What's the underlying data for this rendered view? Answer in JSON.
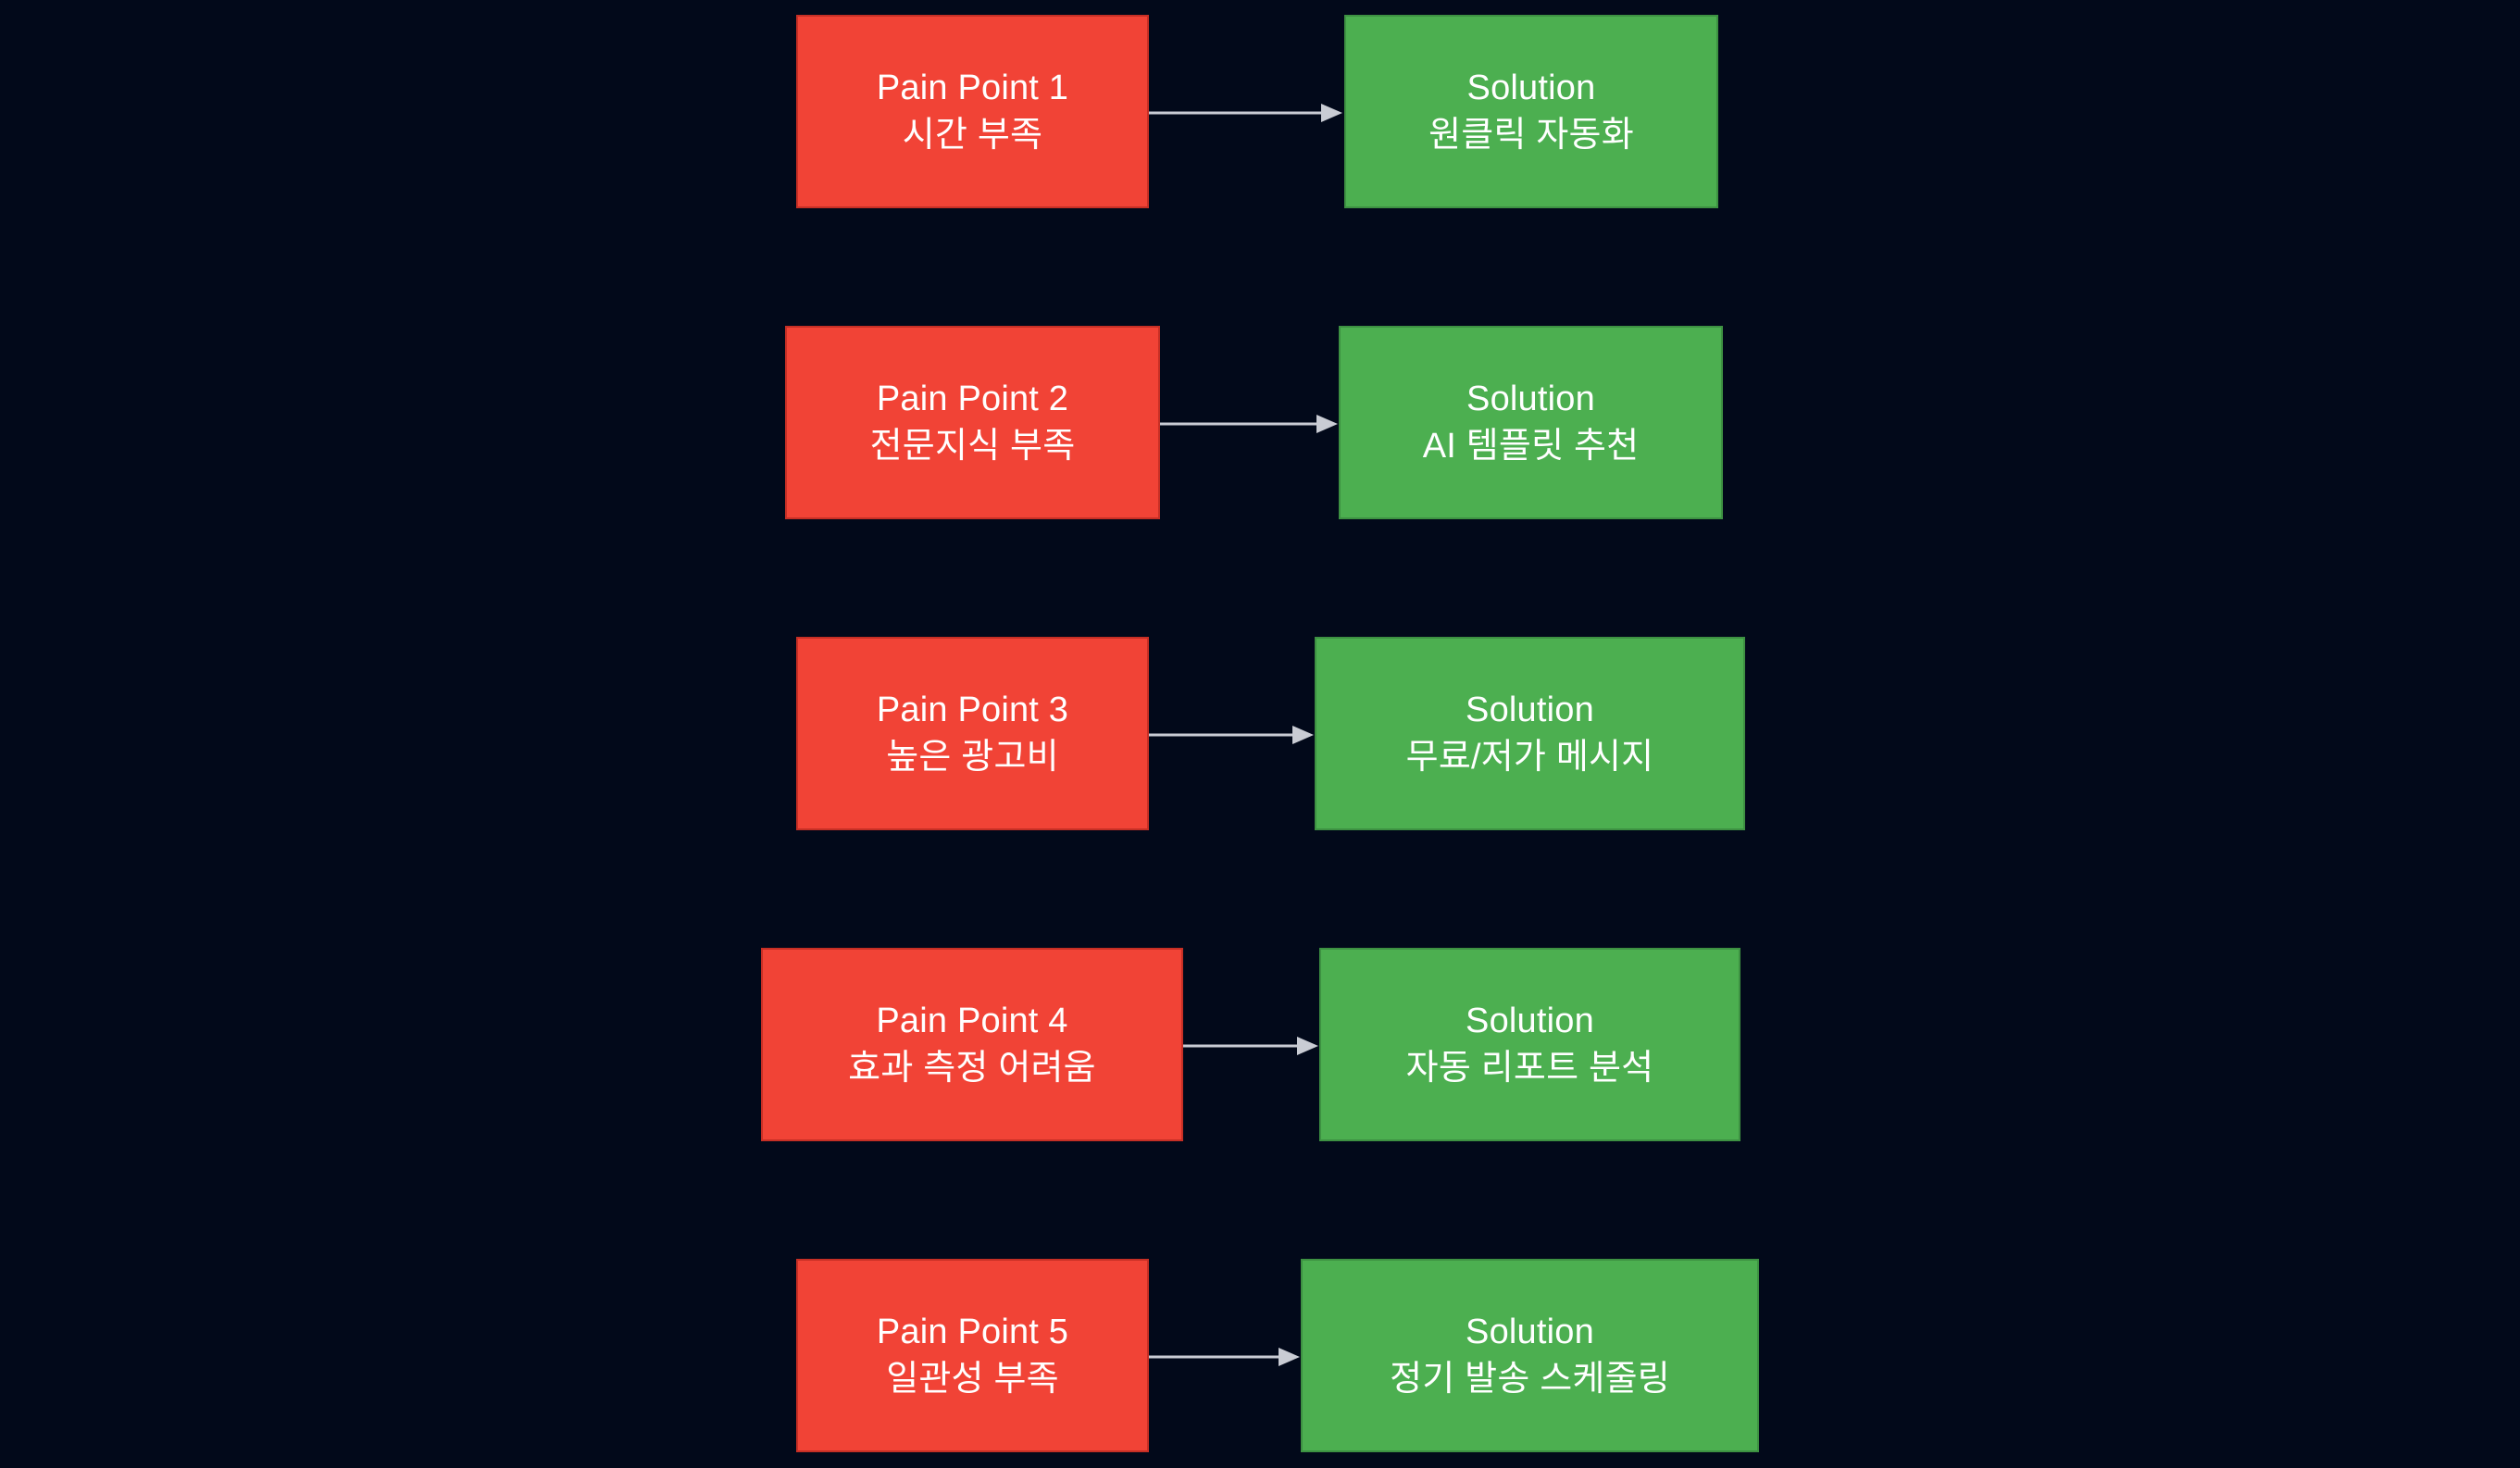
{
  "diagram": {
    "type": "flowchart",
    "background_color": "#02091a",
    "pain_color": "#f14336",
    "solution_color": "#4caf50",
    "connector_color": "#c9ccd4",
    "text_color": "#ffffff",
    "rows": [
      {
        "pain": {
          "line1": "Pain Point 1",
          "line2": "시간 부족"
        },
        "solution": {
          "line1": "Solution",
          "line2": "원클릭 자동화"
        }
      },
      {
        "pain": {
          "line1": "Pain Point 2",
          "line2": "전문지식 부족"
        },
        "solution": {
          "line1": "Solution",
          "line2": "AI 템플릿 추천"
        }
      },
      {
        "pain": {
          "line1": "Pain Point 3",
          "line2": "높은 광고비"
        },
        "solution": {
          "line1": "Solution",
          "line2": "무료/저가 메시지"
        }
      },
      {
        "pain": {
          "line1": "Pain Point 4",
          "line2": "효과 측정 어려움"
        },
        "solution": {
          "line1": "Solution",
          "line2": "자동 리포트 분석"
        }
      },
      {
        "pain": {
          "line1": "Pain Point 5",
          "line2": "일관성 부족"
        },
        "solution": {
          "line1": "Solution",
          "line2": "정기 발송 스케줄링"
        }
      }
    ]
  }
}
